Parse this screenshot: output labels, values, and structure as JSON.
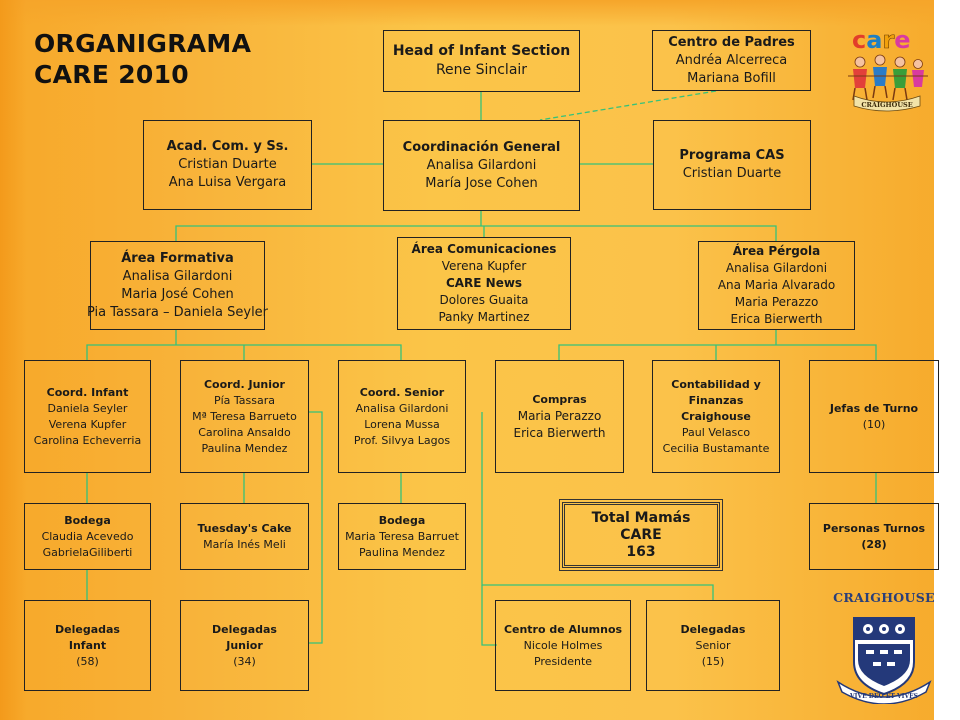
{
  "title": {
    "line1": "ORGANIGRAMA",
    "line2": "CARE 2010"
  },
  "boxes": {
    "head": {
      "title": "Head of Infant Section",
      "lines": [
        "Rene Sinclair"
      ]
    },
    "padres": {
      "title": "Centro de Padres",
      "lines": [
        "Andréa Alcerreca",
        "Mariana Bofill"
      ]
    },
    "acad": {
      "title": "Acad. Com. y Ss.",
      "lines": [
        "Cristian Duarte",
        "Ana Luisa Vergara"
      ]
    },
    "coord_general": {
      "title": "Coordinación General",
      "lines": [
        "Analisa Gilardoni",
        "María Jose Cohen"
      ]
    },
    "cas": {
      "title": "Programa CAS",
      "lines": [
        "Cristian Duarte"
      ]
    },
    "formativa": {
      "title": "Área Formativa",
      "lines": [
        "Analisa Gilardoni",
        "Maria José Cohen",
        "Pia Tassara – Daniela Seyler"
      ]
    },
    "comunicaciones": {
      "title": "Área Comunicaciones",
      "lines": [
        "Verena Kupfer"
      ],
      "subtitle": "CARE News",
      "lines2": [
        "Dolores Guaita",
        "Panky Martinez"
      ]
    },
    "pergola": {
      "title": "Área Pérgola",
      "lines": [
        "Analisa Gilardoni",
        "Ana Maria Alvarado",
        "Maria Perazzo",
        "Erica Bierwerth"
      ]
    },
    "coord_infant": {
      "title": "Coord. Infant",
      "lines": [
        "Daniela Seyler",
        "Verena Kupfer",
        "Carolina Echeverria"
      ]
    },
    "coord_junior": {
      "title": "Coord. Junior",
      "lines": [
        "Pía Tassara",
        "Mª Teresa Barrueto",
        "Carolina Ansaldo",
        "Paulina Mendez"
      ]
    },
    "coord_senior": {
      "title": "Coord. Senior",
      "lines": [
        "Analisa Gilardoni",
        "Lorena Mussa",
        "Prof. Silvya Lagos"
      ]
    },
    "compras": {
      "title": "Compras",
      "lines": [
        "Maria Perazzo",
        "Erica Bierwerth"
      ]
    },
    "contabilidad": {
      "title": "Contabilidad y Finanzas Craighouse",
      "lines": [
        "Paul Velasco",
        "Cecilia Bustamante"
      ]
    },
    "jefas": {
      "title": "Jefas de Turno",
      "lines": [
        "(10)"
      ]
    },
    "bodega_infant": {
      "title": "Bodega",
      "lines": [
        "Claudia Acevedo",
        "GabrielaGiliberti"
      ]
    },
    "tuesday": {
      "title": "Tuesday's Cake",
      "lines": [
        "María Inés Meli"
      ]
    },
    "bodega_senior": {
      "title": "Bodega",
      "lines": [
        "Maria Teresa  Barruet",
        "Paulina Mendez"
      ]
    },
    "total": {
      "line1": "Total Mamás",
      "line2": "CARE",
      "line3": "163"
    },
    "personas": {
      "title": "Personas Turnos",
      "lines": [
        "(28)"
      ]
    },
    "deleg_infant": {
      "title": "Delegadas",
      "title2": "Infant",
      "lines": [
        "(58)"
      ]
    },
    "deleg_junior": {
      "title": "Delegadas",
      "title2": "Junior",
      "lines": [
        "(34)"
      ]
    },
    "alumnos": {
      "title": "Centro de Alumnos",
      "lines": [
        "Nicole Holmes",
        "Presidente"
      ]
    },
    "deleg_senior": {
      "title": "Delegadas",
      "lines": [
        "Senior",
        "(15)"
      ]
    }
  },
  "logos": {
    "care": "care",
    "care_banner": "CRAIGHOUSE",
    "crest_name": "CRAIGHOUSE",
    "crest_motto": "VIVE DEO ET VIVES"
  },
  "colors": {
    "background": "#fbc548",
    "connector": "#35c27a",
    "box_border": "#222222"
  }
}
